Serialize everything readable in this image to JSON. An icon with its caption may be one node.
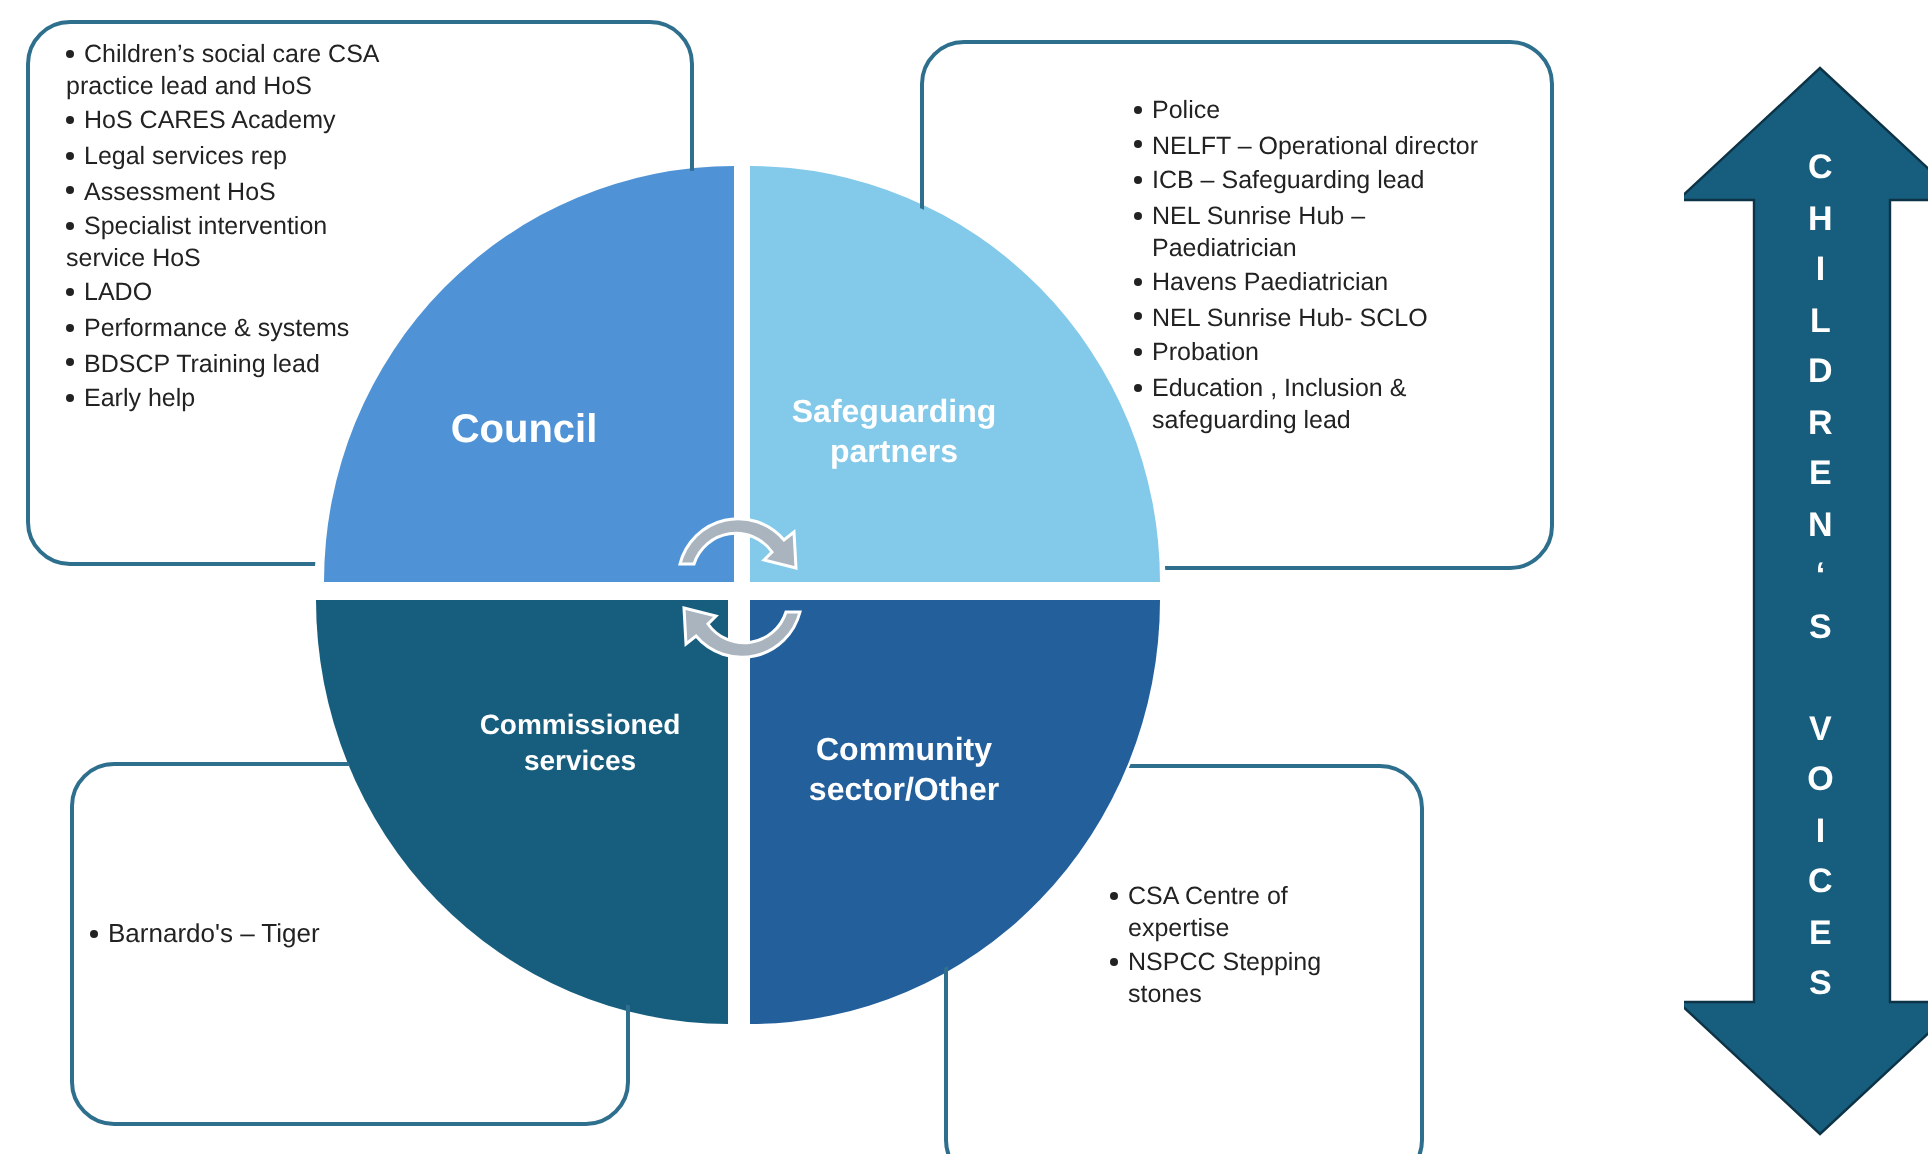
{
  "diagram": {
    "nodes": [
      {
        "text": [
          "Children’s social care CSA practice lead and HoS",
          "HoS CARES Academy",
          "Legal services rep",
          "Assessment HoS",
          "Specialist intervention service HoS",
          "LADO",
          "Performance & systems",
          "BDSCP Training lead",
          "Early help"
        ]
      },
      {
        "text": [
          "Police",
          "NELFT – Operational director",
          "ICB – Safeguarding lead",
          "NEL Sunrise Hub – Paediatrician",
          "Havens Paediatrician",
          "NEL Sunrise Hub- SCLO",
          "Probation",
          "Education , Inclusion & safeguarding lead"
        ]
      },
      {
        "text": [
          "Barnardo's – Tiger"
        ]
      },
      {
        "text": [
          "CSA Centre of expertise",
          "NSPCC Stepping stones"
        ]
      },
      {
        "text": [
          "Council"
        ]
      },
      {
        "text": [
          "Safeguarding partners"
        ]
      },
      {
        "text": [
          "Commissioned services"
        ]
      },
      {
        "text": [
          "Community sector/Other"
        ]
      },
      {
        "text": [
          "CHILDREN‘S VOICES"
        ]
      }
    ]
  }
}
